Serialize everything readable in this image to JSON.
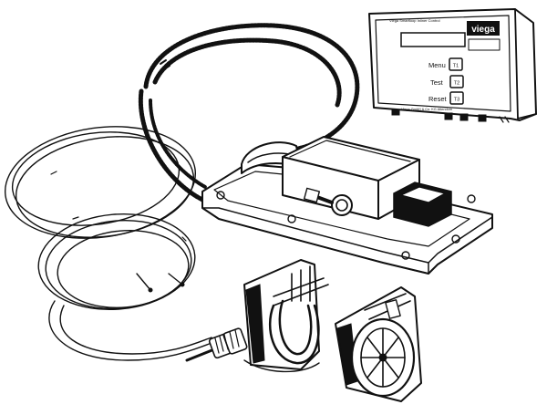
{
  "control_unit": {
    "header_text": "Viega Smartloop Inliner Control",
    "brand": "viega",
    "buttons": [
      {
        "label": "Menu",
        "key": "T1"
      },
      {
        "label": "Test",
        "key": "T2"
      },
      {
        "label": "Reset",
        "key": "T3"
      }
    ],
    "footer_text": "Viega GmbH & Co. KG  Attendorn"
  },
  "colors": {
    "ink": "#111111",
    "paper": "#ffffff"
  }
}
